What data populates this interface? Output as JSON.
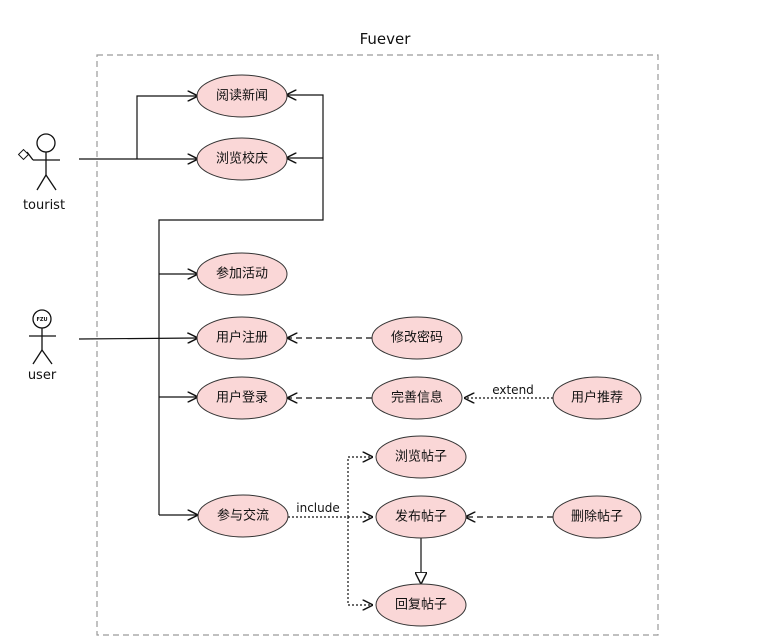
{
  "system": {
    "title": "Fuever"
  },
  "actors": {
    "tourist": {
      "label": "tourist"
    },
    "user": {
      "label": "user",
      "badge": "FZU"
    }
  },
  "use_cases": {
    "read_news": "阅读新闻",
    "browse_anniversary": "浏览校庆",
    "join_activity": "参加活动",
    "register": "用户注册",
    "change_password": "修改密码",
    "login": "用户登录",
    "complete_info": "完善信息",
    "recommend": "用户推荐",
    "browse_post": "浏览帖子",
    "exchange": "参与交流",
    "publish_post": "发布帖子",
    "delete_post": "删除帖子",
    "reply_post": "回复帖子"
  },
  "relations": {
    "include": "include",
    "extend": "extend"
  },
  "colors": {
    "use_case_fill": "#fad7d7",
    "boundary": "#9a9a9a",
    "line": "#111111"
  }
}
